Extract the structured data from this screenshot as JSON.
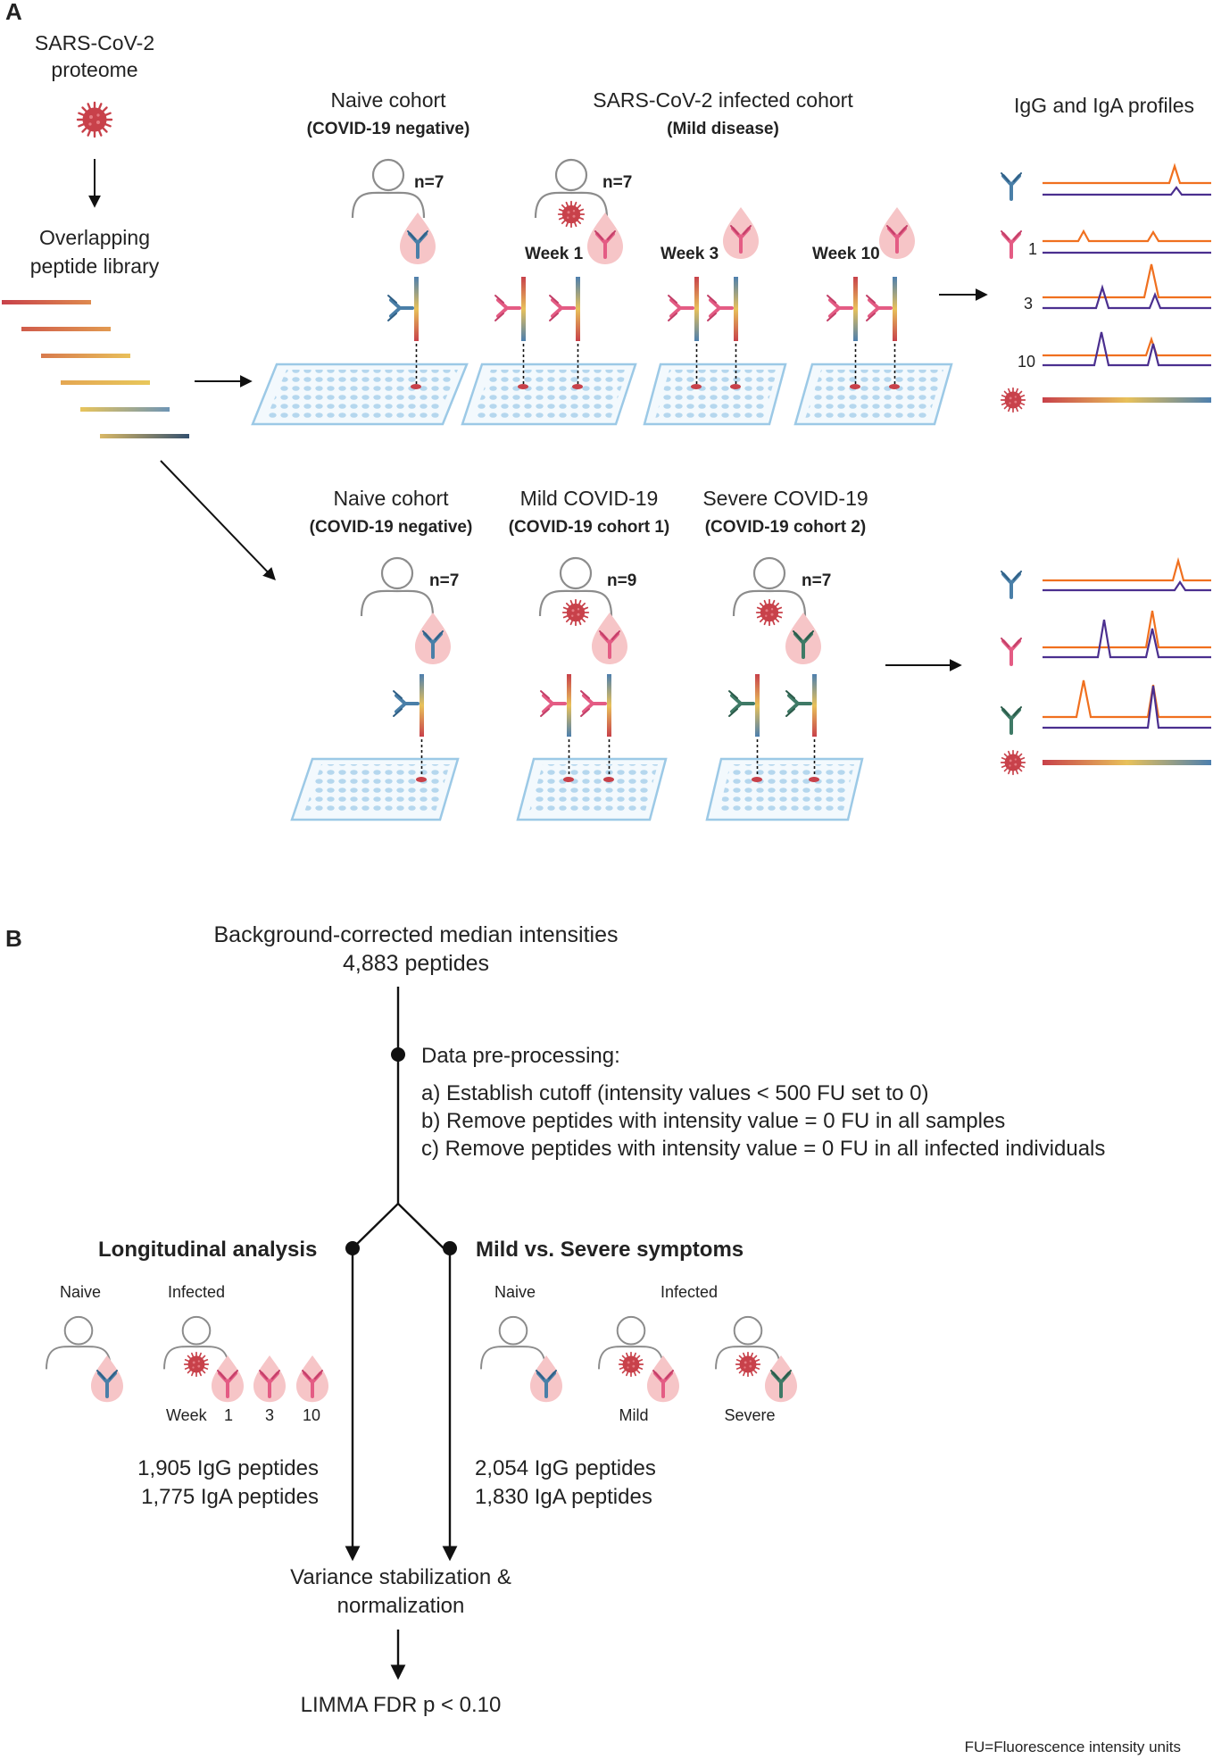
{
  "panel_a": {
    "label": "A",
    "proteome": [
      "SARS-CoV-2",
      "proteome"
    ],
    "library": [
      "Overlapping",
      "peptide library"
    ],
    "top_row": {
      "naive_title": "Naive cohort",
      "naive_sub": "(COVID-19 negative)",
      "infected_title": "SARS-CoV-2 infected cohort",
      "infected_sub": "(Mild disease)",
      "naive_n": "n=7",
      "infected_n": "n=7",
      "weeks": [
        "Week 1",
        "Week 3",
        "Week 10"
      ]
    },
    "profiles_title": "IgG and IgA profiles",
    "profile_labels": [
      "1",
      "3",
      "10"
    ],
    "bottom_row": {
      "groups": [
        {
          "title": "Naive cohort",
          "sub": "(COVID-19 negative)",
          "n": "n=7"
        },
        {
          "title": "Mild COVID-19",
          "sub": "(COVID-19 cohort 1)",
          "n": "n=9"
        },
        {
          "title": "Severe COVID-19",
          "sub": "(COVID-19 cohort 2)",
          "n": "n=7"
        }
      ]
    }
  },
  "panel_b": {
    "label": "B",
    "input_lines": [
      "Background-corrected median intensities",
      "4,883 peptides"
    ],
    "preprocess_title": "Data pre-processing:",
    "steps": [
      "a) Establish cutoff (intensity values < 500 FU set to 0)",
      "b) Remove peptides with intensity value = 0 FU in all samples",
      "c) Remove peptides with intensity value = 0 FU in all infected individuals"
    ],
    "left_branch": {
      "title": "Longitudinal analysis",
      "naive": "Naive",
      "infected": "Infected",
      "week_label": "Week",
      "weeks": [
        "1",
        "3",
        "10"
      ],
      "counts": [
        "1,905 IgG peptides",
        "1,775 IgA peptides"
      ]
    },
    "right_branch": {
      "title": "Mild vs. Severe symptoms",
      "naive": "Naive",
      "infected": "Infected",
      "mild": "Mild",
      "severe": "Severe",
      "counts": [
        "2,054 IgG peptides",
        "1,830 IgA peptides"
      ]
    },
    "merge_lines": [
      "Variance stabilization &",
      "normalization"
    ],
    "final": "LIMMA FDR p < 0.10",
    "footnote": "FU=Fluorescence intensity units"
  },
  "colors": {
    "virus": "#c8414a",
    "igg_blue": "#4a7fa8",
    "iga_pink": "#e45c84",
    "severe_green": "#3f7a66",
    "drop": "#f6c5c7",
    "plate": "#9cc9e6",
    "trace_orange": "#f0701f",
    "trace_purple": "#4b2f8f",
    "person": "#8c8c8c"
  }
}
